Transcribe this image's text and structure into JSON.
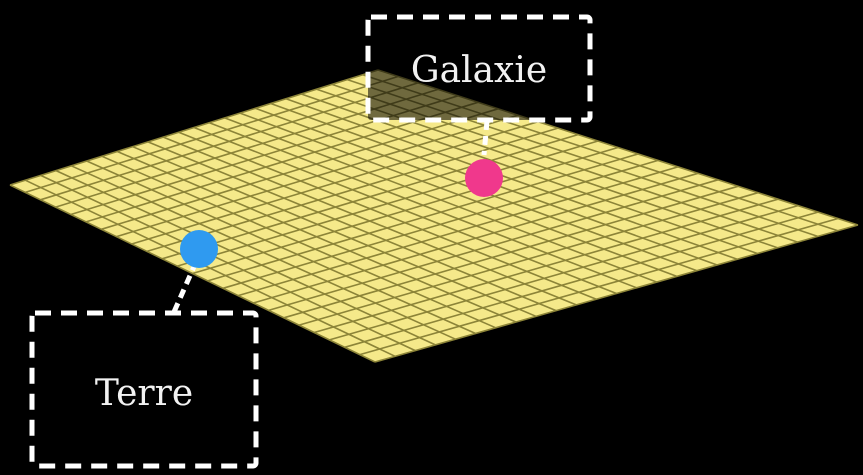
{
  "diagram": {
    "background_color": "#000000",
    "plane": {
      "fill_color": "#f5e98a",
      "line_color": "#8c8438",
      "divisions": 24
    },
    "points": [
      {
        "id": "galaxie",
        "label": "Galaxie",
        "color": "#f0388c"
      },
      {
        "id": "terre",
        "label": "Terre",
        "color": "#2f9af0"
      }
    ],
    "callout": {
      "border_color": "#ffffff",
      "style": "dashed"
    }
  }
}
